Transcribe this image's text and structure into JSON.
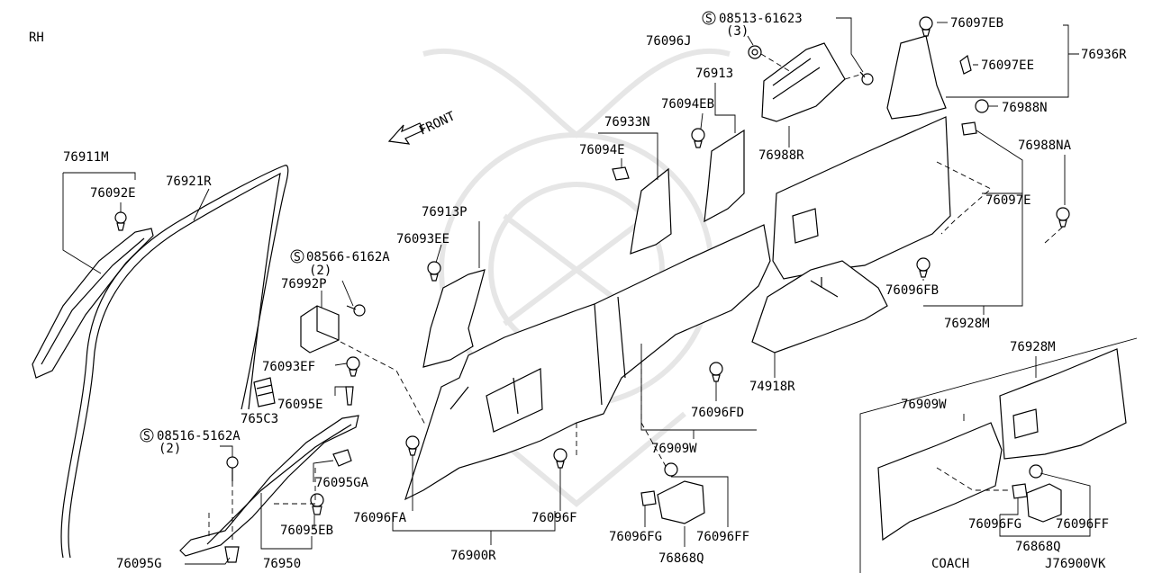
{
  "diagram": {
    "side_label": "RH",
    "front_label": "FRONT",
    "coach_label": "COACH",
    "figure_code": "J76900VK",
    "screw_symbol": "S",
    "labels": {
      "p76911M": "76911M",
      "p76092E": "76092E",
      "p76921R": "76921R",
      "s08566": "08566-6162A",
      "q2a": "(2)",
      "p76992P": "76992P",
      "p76093EF": "76093EF",
      "p765C3": "765C3",
      "p76095E": "76095E",
      "s08516": "08516-5162A",
      "q2b": "(2)",
      "p76095GA": "76095GA",
      "p76095EB": "76095EB",
      "p76095G": "76095G",
      "p76950": "76950",
      "p76913P": "76913P",
      "p76093EE": "76093EE",
      "p76096FA": "76096FA",
      "p76096F": "76096F",
      "p76900R": "76900R",
      "p76933N": "76933N",
      "p76094E": "76094E",
      "p76913": "76913",
      "p76094EB": "76094EB",
      "s08513": "08513-61623",
      "q3": "(3)",
      "p76096J": "76096J",
      "p76988R": "76988R",
      "p76097EB": "76097EB",
      "p76097EE": "76097EE",
      "p76936R": "76936R",
      "p76988N": "76988N",
      "p76988NA": "76988NA",
      "p76097E": "76097E",
      "p76096FB": "76096FB",
      "p76928M": "76928M",
      "p74918R": "74918R",
      "p76096FD": "76096FD",
      "p76909W": "76909W",
      "p76096FG": "76096FG",
      "p76096FF": "76096FF",
      "p76868Q": "76868Q",
      "c76928M": "76928M",
      "c76909W": "76909W",
      "c76096FG": "76096FG",
      "c76096FF": "76096FF",
      "c76868Q": "76868Q"
    }
  }
}
